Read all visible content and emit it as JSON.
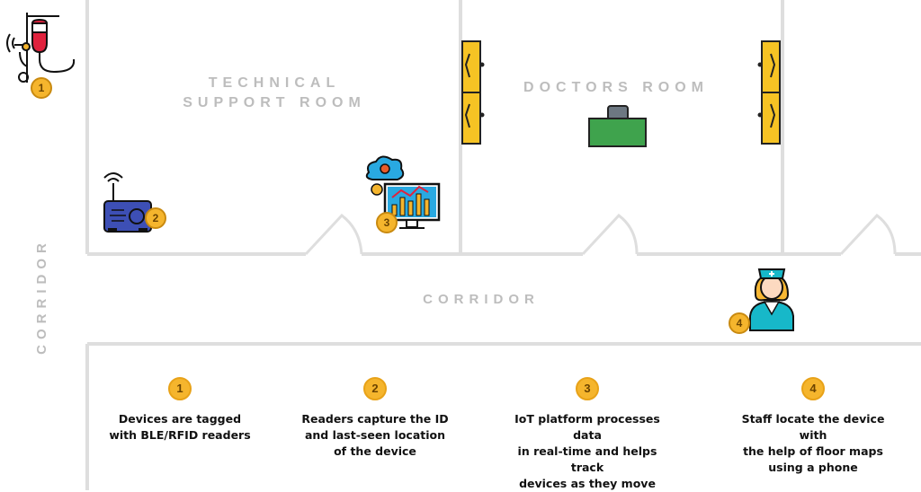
{
  "rooms": {
    "technical_line1": "TECHNICAL",
    "technical_line2": "SUPPORT ROOM",
    "doctors": "DOCTORS ROOM",
    "corridor": "CORRIDOR",
    "corridor_side": "CORRIDOR"
  },
  "markers": {
    "m1": "1",
    "m2": "2",
    "m3": "3",
    "m4": "4"
  },
  "steps": [
    {
      "number": "1",
      "line1": "Devices are tagged",
      "line2": "with BLE/RFID readers",
      "line3": ""
    },
    {
      "number": "2",
      "line1": "Readers capture the ID",
      "line2": "and last-seen location",
      "line3": "of the device"
    },
    {
      "number": "3",
      "line1": "IoT platform processes data",
      "line2": "in real-time and helps track",
      "line3": "devices as they move"
    },
    {
      "number": "4",
      "line1": "Staff locate the device with",
      "line2": "the help of floor maps",
      "line3": "using a phone"
    }
  ],
  "colors": {
    "wall": "#dedede",
    "marker": "#f5b52d",
    "door": "#f6c324",
    "bag": "#3fa34d",
    "reader": "#3d4fb5",
    "monitor": "#29a9e1"
  },
  "icons": {
    "iv": "iv-drip-icon",
    "reader": "rfid-reader-icon",
    "platform": "iot-dashboard-icon",
    "staff": "nurse-icon",
    "bag": "medical-bag-icon"
  }
}
